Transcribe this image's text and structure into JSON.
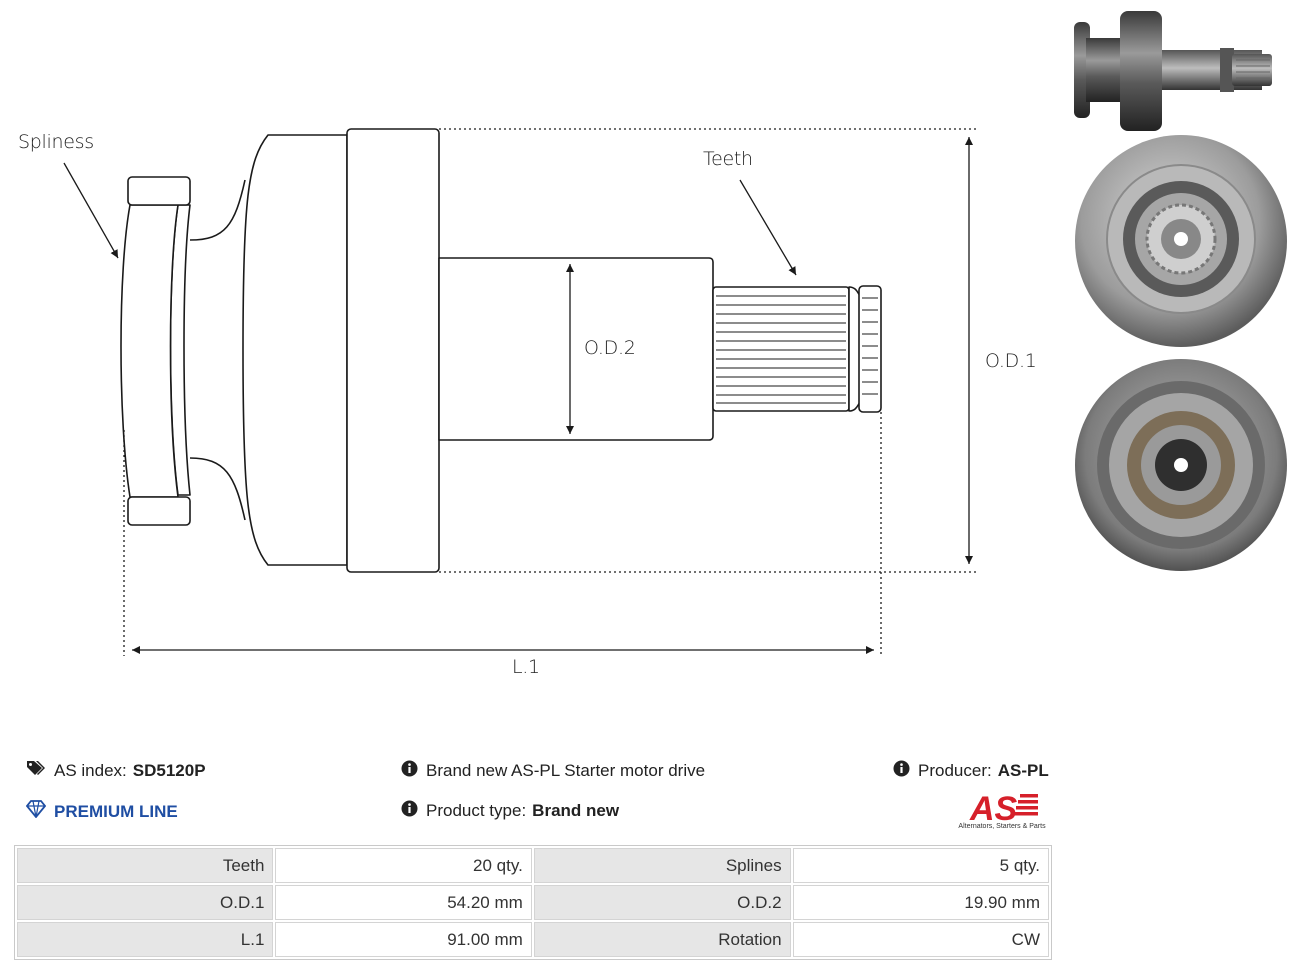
{
  "diagram": {
    "labels": {
      "spliness": "Spliness",
      "teeth": "Teeth",
      "od2": "O.D.2",
      "od1": "O.D.1",
      "l1": "L.1"
    }
  },
  "info": {
    "as_index_label": "AS index:",
    "as_index_value": "SD5120P",
    "premium_line": "PREMIUM LINE",
    "brand_text": "Brand new AS-PL Starter motor drive",
    "product_type_label": "Product type:",
    "product_type_value": "Brand new",
    "producer_label": "Producer:",
    "producer_value": "AS-PL",
    "logo_text": "AS",
    "logo_tagline": "Alternators, Starters & Parts"
  },
  "specs": {
    "rows": [
      {
        "l1": "Teeth",
        "v1": "20 qty.",
        "l2": "Splines",
        "v2": "5 qty."
      },
      {
        "l1": "O.D.1",
        "v1": "54.20 mm",
        "l2": "O.D.2",
        "v2": "19.90 mm"
      },
      {
        "l1": "L.1",
        "v1": "91.00 mm",
        "l2": "Rotation",
        "v2": "CW"
      }
    ]
  },
  "colors": {
    "premium_blue": "#1f4ea3",
    "logo_red": "#d6202a",
    "line": "#1a1a1a"
  }
}
